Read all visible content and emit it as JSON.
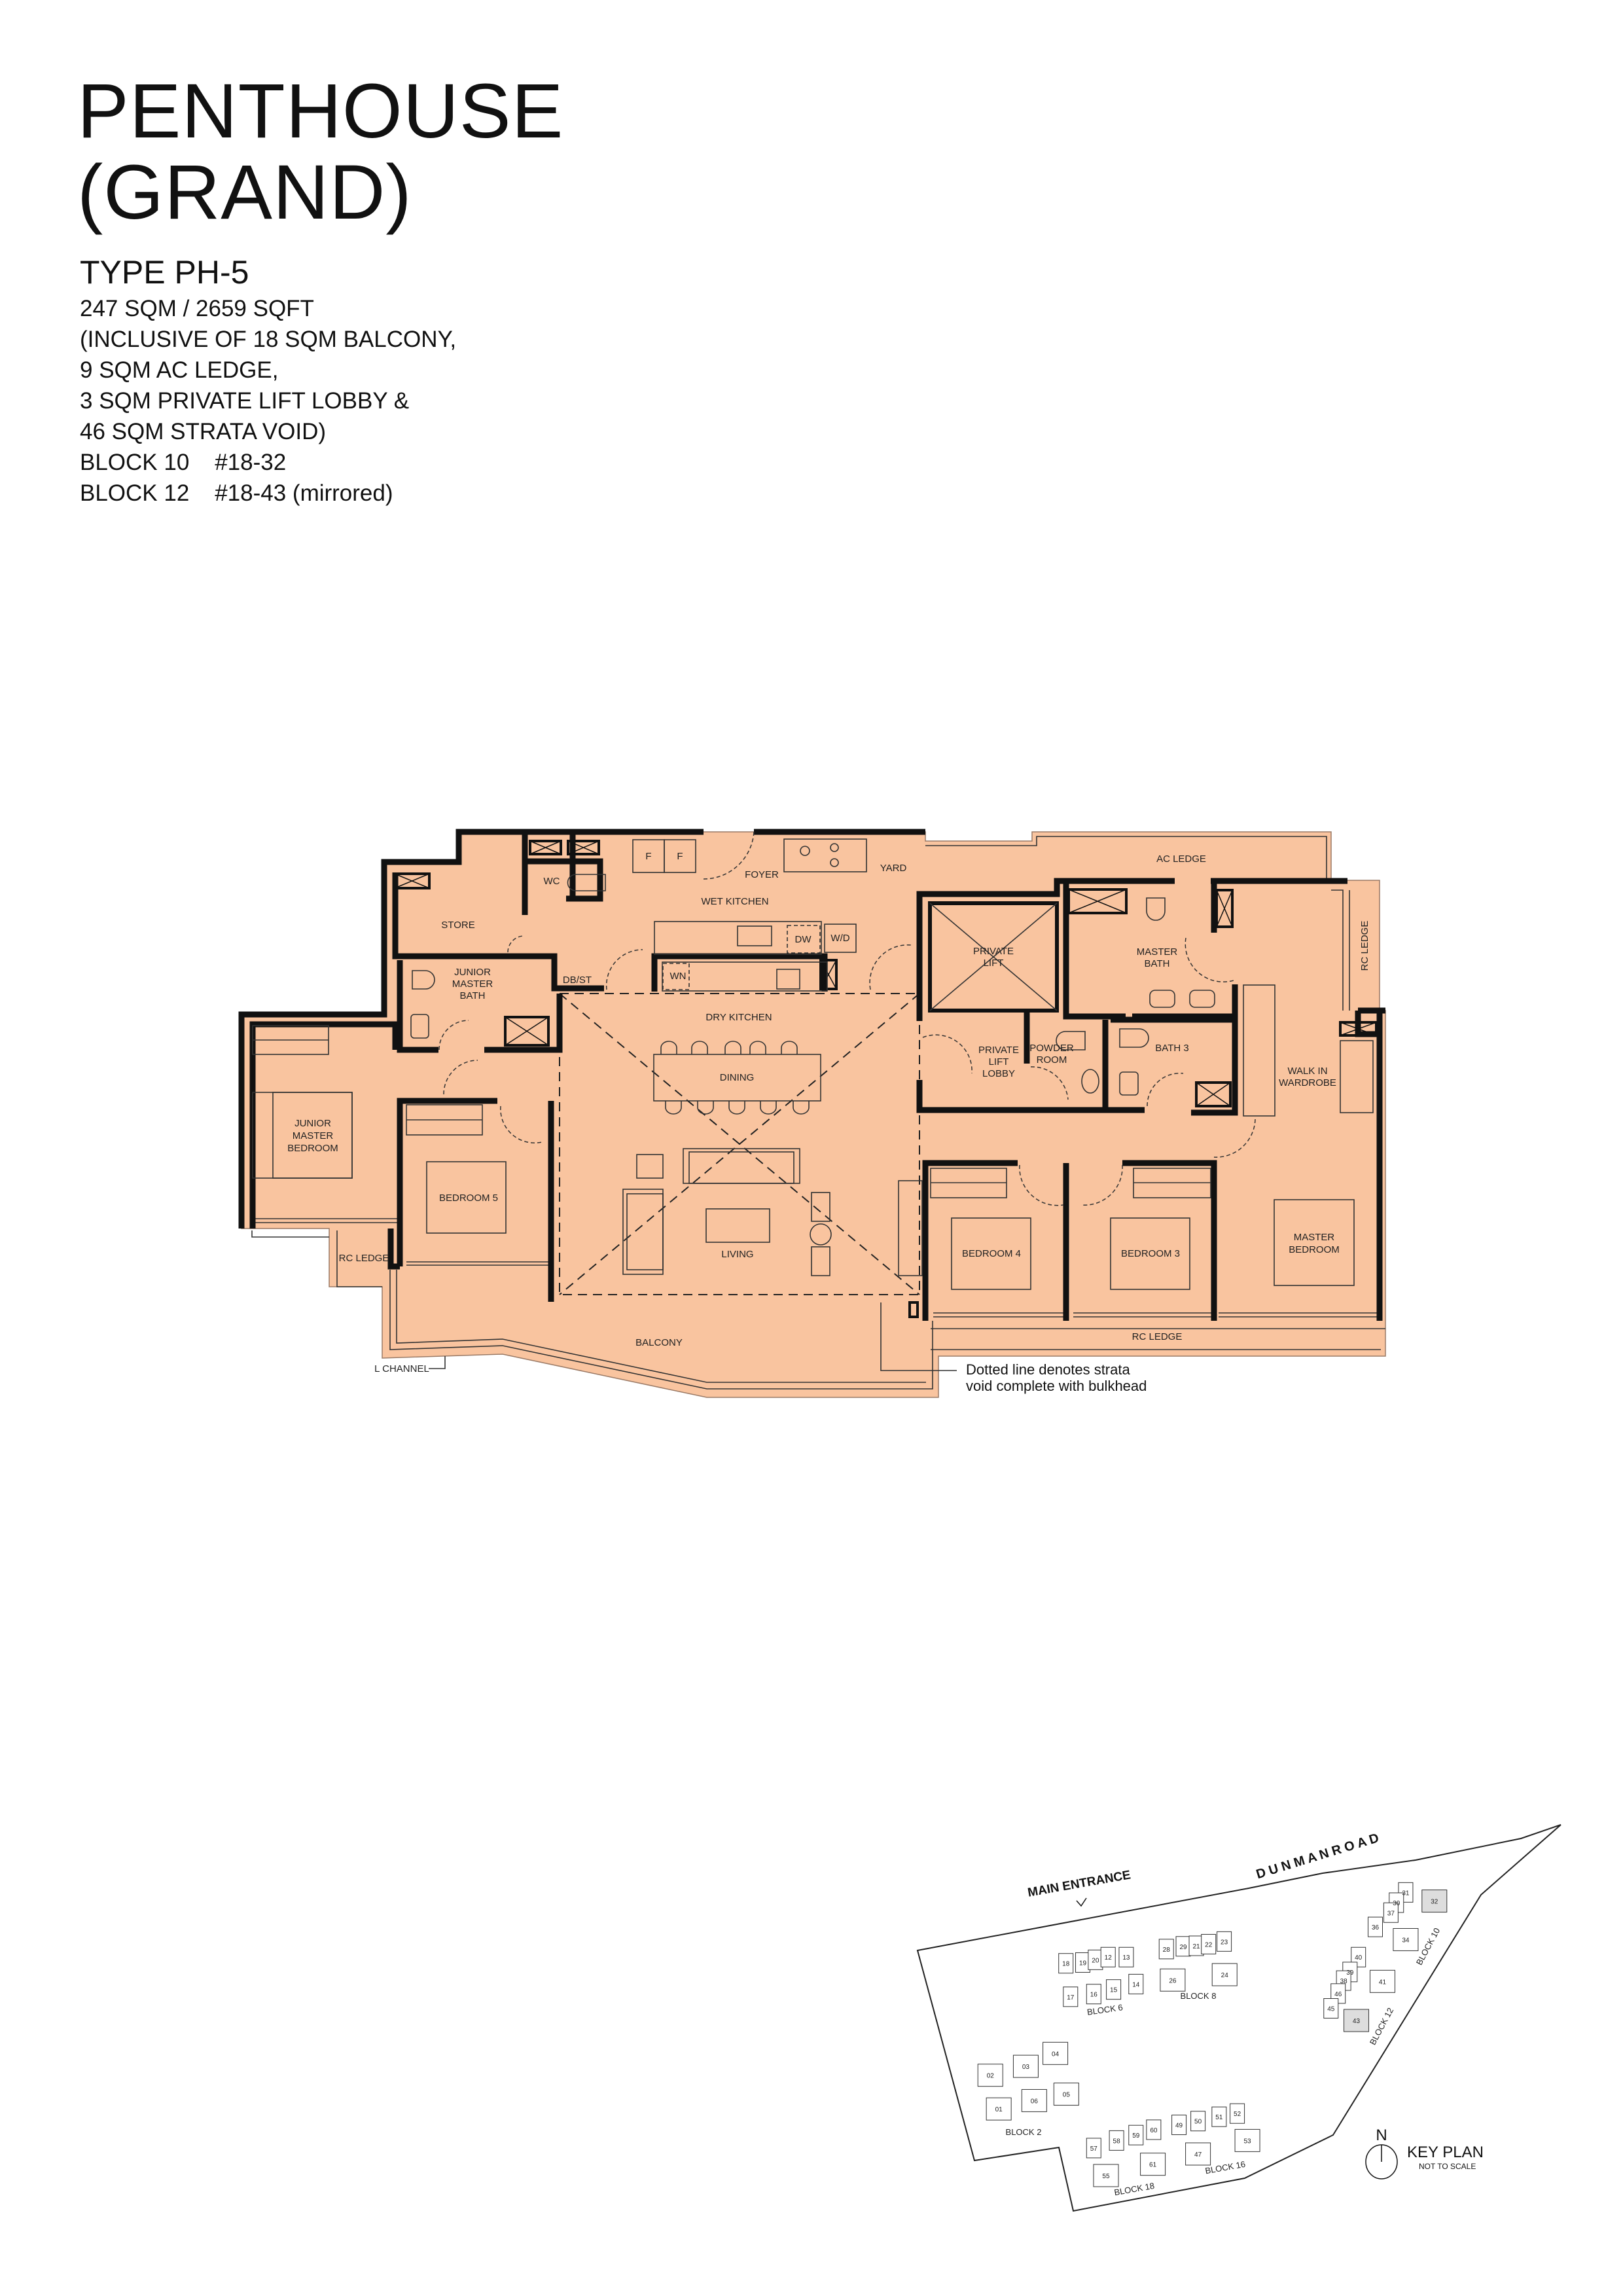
{
  "header": {
    "title_line1": "PENTHOUSE",
    "title_line2": "(GRAND)",
    "unit_type": "TYPE PH-5",
    "details": [
      "247 SQM / 2659 SQFT",
      "(INCLUSIVE OF 18 SQM BALCONY,",
      "9 SQM AC LEDGE,",
      "3 SQM PRIVATE LIFT LOBBY &",
      "46 SQM STRATA VOID)",
      "BLOCK 10    #18-32",
      "BLOCK 12    #18-43 (mirrored)"
    ]
  },
  "plan": {
    "colors": {
      "floor": "#F9C49F",
      "wall": "#111111"
    },
    "rooms": {
      "store": "STORE",
      "wc": "WC",
      "foyer": "FOYER",
      "wet_kitchen": "WET  KITCHEN",
      "dw": "DW",
      "wd": "W/D",
      "yard": "YARD",
      "fridge_1": "F",
      "fridge_2": "F",
      "ac_ledge": "AC LEDGE",
      "junior_master_bath": [
        "JUNIOR",
        "MASTER",
        "BATH"
      ],
      "db_st": "DB/ST",
      "wn": "WN",
      "dry_kitchen": "DRY KITCHEN",
      "dining": "DINING",
      "private_lift": [
        "PRIVATE",
        "LIFT"
      ],
      "master_bath": [
        "MASTER",
        "BATH"
      ],
      "rc_ledge_right": "RC LEDGE",
      "private_lift_lobby": [
        "PRIVATE",
        "LIFT",
        "LOBBY"
      ],
      "powder_room": [
        "POWDER",
        "ROOM"
      ],
      "bath_3": "BATH 3",
      "walk_in_wardrobe": [
        "WALK IN",
        "WARDROBE"
      ],
      "junior_master_bedroom": [
        "JUNIOR",
        "MASTER",
        "BEDROOM"
      ],
      "bedroom_5": "BEDROOM 5",
      "living": "LIVING",
      "bedroom_4": "BEDROOM 4",
      "bedroom_3": "BEDROOM 3",
      "master_bedroom": [
        "MASTER",
        "BEDROOM"
      ],
      "rc_ledge_left": "RC LEDGE",
      "rc_ledge_bottom": "RC LEDGE",
      "balcony": "BALCONY",
      "l_channel": "L CHANNEL"
    },
    "note": [
      "Dotted line denotes strata",
      "void complete with bulkhead"
    ]
  },
  "key_plan": {
    "title": "KEY PLAN",
    "subtitle": "NOT TO SCALE",
    "north": "N",
    "road": "D U N M A N    R O A D",
    "main_entrance": "MAIN ENTRANCE",
    "highlight_color": "#DDDDDD",
    "blocks": [
      {
        "label": "BLOCK 6",
        "units": [
          "18",
          "19",
          "20",
          "12",
          "13",
          "17",
          "16",
          "15",
          "14"
        ]
      },
      {
        "label": "BLOCK 8",
        "units": [
          "28",
          "29",
          "21",
          "22",
          "23",
          "26",
          "24"
        ]
      },
      {
        "label": "BLOCK 2",
        "units": [
          "02",
          "03",
          "04",
          "01",
          "06",
          "05"
        ]
      },
      {
        "label": "BLOCK 18",
        "units": [
          "57",
          "58",
          "59",
          "60",
          "61",
          "55"
        ]
      },
      {
        "label": "BLOCK 16",
        "units": [
          "49",
          "50",
          "51",
          "52",
          "53",
          "47"
        ]
      },
      {
        "label": "BLOCK 10",
        "units": [
          "31",
          "30",
          "32",
          "37",
          "36",
          "34"
        ]
      },
      {
        "label": "BLOCK 12",
        "units": [
          "40",
          "39",
          "41",
          "38",
          "46",
          "45",
          "43"
        ]
      }
    ],
    "highlighted_units": [
      "32",
      "43"
    ]
  }
}
